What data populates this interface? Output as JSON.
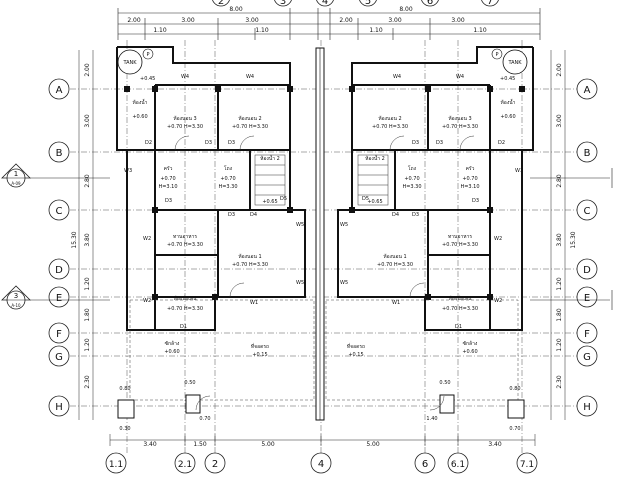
{
  "top_dims": {
    "overall_left": "8.00",
    "overall_right": "8.00",
    "row2": [
      "2.00",
      "3.00",
      "3.00",
      "2.00",
      "3.00",
      "3.00"
    ],
    "row3": [
      "1.10",
      "1.10",
      "1.10",
      "1.10"
    ]
  },
  "bottom_dims": [
    "3.40",
    "1.50",
    "5.00",
    "5.00",
    "3.40"
  ],
  "small_dims": [
    "0.80",
    "0.50",
    "0.70",
    "0.50",
    "0.80",
    "1.40",
    "0.30",
    "0.70"
  ],
  "left_dims": [
    "2.00",
    "3.00",
    "2.80",
    "3.80",
    "1.20",
    "1.80",
    "1.20",
    "2.30",
    "15.30"
  ],
  "right_dims": [
    "2.00",
    "3.00",
    "2.80",
    "3.80",
    "1.20",
    "1.80",
    "1.20",
    "2.30",
    "15.30"
  ],
  "col_top": [
    "2",
    "3",
    "4",
    "5",
    "6",
    "7"
  ],
  "col_bottom": [
    "1.1",
    "2.1",
    "2",
    "4",
    "6",
    "6.1",
    "7.1"
  ],
  "rows": [
    "A",
    "B",
    "C",
    "D",
    "E",
    "F",
    "G",
    "H"
  ],
  "section_marks": [
    {
      "num": "1",
      "ref": "A-09"
    },
    {
      "num": "3",
      "ref": "A-10"
    }
  ],
  "tank": "TANK",
  "p_mark": "P",
  "rooms": {
    "left": {
      "bed3": {
        "name": "ห้องนอน 3",
        "info": "+0.70  H=3.30"
      },
      "bed2": {
        "name": "ห้องนอน 2",
        "info": "+0.70  H=3.30"
      },
      "wc": {
        "name": "ห้องน้ำ",
        "info": "+0.60"
      },
      "kitchen": {
        "name": "ครัว",
        "info": "+0.70",
        "h": "H=3.10"
      },
      "hall": {
        "name": "โถง",
        "info": "+0.70",
        "h": "H=3.30"
      },
      "wc2": {
        "name": "ห้องน้ำ 2",
        "info": "+0.65"
      },
      "dining": {
        "name": "ทานอาหาร",
        "info": "+0.70  H=3.30"
      },
      "bed1": {
        "name": "ห้องนอน 1",
        "info": "+0.70  H=3.30"
      },
      "living": {
        "name": "ห้องนั่งเล่น",
        "info": "+0.70  H=3.30"
      },
      "laundry": {
        "name": "ซักล้าง",
        "info": "+0.60"
      },
      "carport": {
        "name": "ที่จอดรถ",
        "info": "+0.15"
      }
    },
    "right": {
      "bed2": {
        "name": "ห้องนอน 2",
        "info": "+0.70  H=3.30"
      },
      "bed3": {
        "name": "ห้องนอน 3",
        "info": "+0.70  H=3.30"
      },
      "wc": {
        "name": "ห้องน้ำ",
        "info": "+0.60"
      },
      "hall": {
        "name": "โถง",
        "info": "+0.70",
        "h": "H=3.30"
      },
      "kitchen": {
        "name": "ครัว",
        "info": "+0.70",
        "h": "H=3.10"
      },
      "wc2": {
        "name": "ห้องน้ำ 2",
        "info": "+0.65"
      },
      "bed1": {
        "name": "ห้องนอน 1",
        "info": "+0.70  H=3.30"
      },
      "dining": {
        "name": "ทานอาหาร",
        "info": "+0.70  H=3.30"
      },
      "living": {
        "name": "ห้องนั่งเล่น",
        "info": "+0.70  H=3.30"
      },
      "laundry": {
        "name": "ซักล้าง",
        "info": "+0.60"
      },
      "carport": {
        "name": "ที่จอดรถ",
        "info": "+0.15"
      }
    }
  },
  "tank_level": "+0.45",
  "door_tags": [
    "D1",
    "D2",
    "D3",
    "D4",
    "D5"
  ],
  "window_tags": [
    "W1",
    "W2",
    "W3",
    "W4",
    "W5"
  ]
}
